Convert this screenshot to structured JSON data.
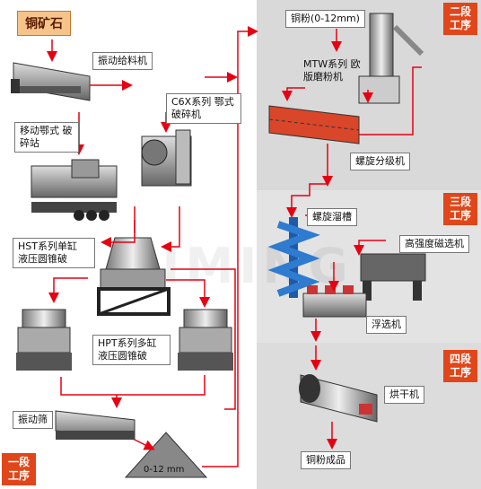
{
  "title": "铜矿石",
  "stages": {
    "s1": {
      "line1": "一段",
      "line2": "工序"
    },
    "s2": {
      "line1": "二段",
      "line2": "工序"
    },
    "s3": {
      "line1": "三段",
      "line2": "工序"
    },
    "s4": {
      "line1": "四段",
      "line2": "工序"
    }
  },
  "labels": {
    "feeder": "振动给料机",
    "mobile": "移动鄂式 破碎站",
    "c6x": "C6X系列 鄂式破碎机",
    "hst": "HST系列单缸 液压圆锥破",
    "hpt": "HPT系列多缸 液压圆锥破",
    "screen": "振动筛",
    "pile": "0-12 mm",
    "copper_powder": "铜粉(0-12mm)",
    "mtw": "MTW系列 欧版磨粉机",
    "spiral_classifier": "螺旋分级机",
    "spiral_chute": "螺旋溜槽",
    "magnetic": "高强度磁选机",
    "flotation": "浮选机",
    "dryer": "烘干机",
    "product": "铜粉成品"
  },
  "watermark": "LIMING",
  "colors": {
    "arrow": "#e60012",
    "stage": "#e0461a",
    "panel": "#d9d9d9",
    "title_bg": "#f6c48a"
  }
}
